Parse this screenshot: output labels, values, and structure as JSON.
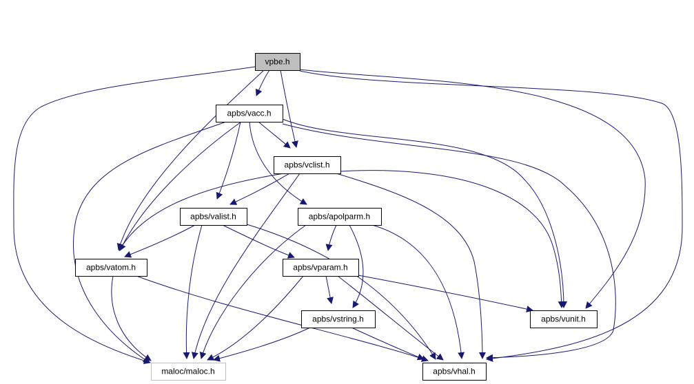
{
  "diagram": {
    "nodes": [
      {
        "id": "vpbe",
        "label": "vpbe.h",
        "style": "root"
      },
      {
        "id": "vacc",
        "label": "apbs/vacc.h",
        "style": "normal"
      },
      {
        "id": "vclist",
        "label": "apbs/vclist.h",
        "style": "normal"
      },
      {
        "id": "valist",
        "label": "apbs/valist.h",
        "style": "normal"
      },
      {
        "id": "apolparm",
        "label": "apbs/apolparm.h",
        "style": "normal"
      },
      {
        "id": "vatom",
        "label": "apbs/vatom.h",
        "style": "normal"
      },
      {
        "id": "vparam",
        "label": "apbs/vparam.h",
        "style": "normal"
      },
      {
        "id": "vstring",
        "label": "apbs/vstring.h",
        "style": "normal"
      },
      {
        "id": "vunit",
        "label": "apbs/vunit.h",
        "style": "normal"
      },
      {
        "id": "maloc",
        "label": "maloc/maloc.h",
        "style": "external"
      },
      {
        "id": "vhal",
        "label": "apbs/vhal.h",
        "style": "normal"
      }
    ],
    "edges": [
      {
        "from": "vpbe",
        "to": "vacc"
      },
      {
        "from": "vpbe",
        "to": "vclist"
      },
      {
        "from": "vpbe",
        "to": "vatom"
      },
      {
        "from": "vpbe",
        "to": "vunit"
      },
      {
        "from": "vpbe",
        "to": "maloc"
      },
      {
        "from": "vpbe",
        "to": "vhal"
      },
      {
        "from": "vacc",
        "to": "vclist"
      },
      {
        "from": "vacc",
        "to": "valist"
      },
      {
        "from": "vacc",
        "to": "apolparm"
      },
      {
        "from": "vacc",
        "to": "vatom"
      },
      {
        "from": "vacc",
        "to": "vunit"
      },
      {
        "from": "vacc",
        "to": "maloc"
      },
      {
        "from": "vacc",
        "to": "vhal"
      },
      {
        "from": "vclist",
        "to": "valist"
      },
      {
        "from": "vclist",
        "to": "vatom"
      },
      {
        "from": "vclist",
        "to": "vunit"
      },
      {
        "from": "vclist",
        "to": "maloc"
      },
      {
        "from": "vclist",
        "to": "vhal"
      },
      {
        "from": "valist",
        "to": "vatom"
      },
      {
        "from": "valist",
        "to": "vparam"
      },
      {
        "from": "valist",
        "to": "maloc"
      },
      {
        "from": "valist",
        "to": "vhal"
      },
      {
        "from": "apolparm",
        "to": "vparam"
      },
      {
        "from": "apolparm",
        "to": "vstring"
      },
      {
        "from": "apolparm",
        "to": "maloc"
      },
      {
        "from": "apolparm",
        "to": "vhal"
      },
      {
        "from": "vatom",
        "to": "maloc"
      },
      {
        "from": "vatom",
        "to": "vhal"
      },
      {
        "from": "vparam",
        "to": "vstring"
      },
      {
        "from": "vparam",
        "to": "vunit"
      },
      {
        "from": "vparam",
        "to": "maloc"
      },
      {
        "from": "vparam",
        "to": "vhal"
      },
      {
        "from": "vstring",
        "to": "maloc"
      },
      {
        "from": "vstring",
        "to": "vhal"
      }
    ],
    "colors": {
      "edge": "#191970",
      "root_fill": "#bfbfbf",
      "node_border": "#000000",
      "external_border": "#bfbfbf",
      "background": "#ffffff"
    }
  }
}
